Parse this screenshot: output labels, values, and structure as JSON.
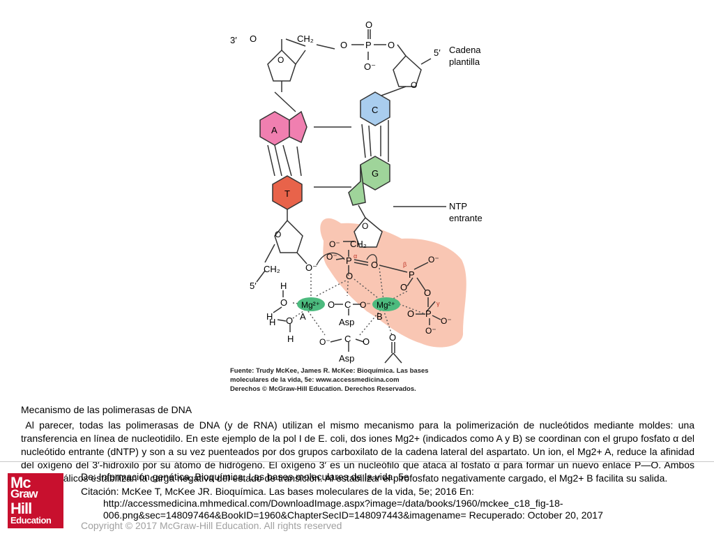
{
  "diagram": {
    "labels": {
      "three_prime_top": "3′",
      "five_prime_top": "5′",
      "template_chain_line1": "Cadena",
      "template_chain_line2": "plantilla",
      "ntp_line1": "NTP",
      "ntp_line2": "entrante",
      "five_prime_bottom": "5′",
      "ch2": "CH₂",
      "oxygen": "O",
      "o_minus": "O⁻",
      "phosphorus": "P",
      "hydrogen": "H",
      "carbon": "C",
      "asp": "Asp",
      "metal_a": "A",
      "metal_b": "B",
      "mg": "Mg²⁺",
      "alpha": "α",
      "beta": "β",
      "gamma": "γ"
    },
    "bases": {
      "a": "A",
      "t": "T",
      "c": "C",
      "g": "G"
    },
    "source_box": {
      "line1": "Fuente: Trudy McKee, James R. McKee: Bioquímica. Las bases",
      "line2": "moleculares de la vida, 5e: www.accessmedicina.com",
      "line3": "Derechos © McGraw-Hill Education. Derechos Reservados."
    },
    "colors": {
      "adenine": "#f07fb0",
      "thymine": "#e8634a",
      "cytosine": "#a9cdee",
      "guanine": "#9fd49a",
      "highlight": "#f9c6b3",
      "magnesium": "#4cba7e"
    }
  },
  "caption": {
    "title": "Mecanismo de las polimerasas de DNA",
    "body": "Al parecer, todas las polimerasas de DNA (y de RNA) utilizan el mismo mecanismo para la polimerización de nucleótidos mediante moldes: una transferencia en línea de nucleotidilo. En este ejemplo de la pol I de E. coli, dos iones Mg2+ (indicados como A y B) se coordinan con el grupo fosfato α del nucleótido entrante (dNTP) y son a su vez puenteados por dos grupos carboxilato de la cadena lateral del aspartato. Un ion, el Mg2+ A, reduce la afinidad del oxígeno del 3′-hidroxilo por su átomo de hidrógeno. El oxígeno 3′ es un nucleófilo que ataca al fosfato α para formar un nuevo enlace P—O. Ambos iones metálicos estabilizan la carga negativa del estado de transición. Al estabilizar el pirofosfato negativamente cargado, el Mg2+ B facilita su salida."
  },
  "footer": {
    "logo": {
      "line1": "Mc",
      "line2": "Graw",
      "line3": "Hill",
      "line4": "Education"
    },
    "source": "De: Información genética, Bioquímica. Las bases moleculares de la vida, 5e",
    "citation_line1": "Citación: McKee T, McKee JR. Bioquímica. Las bases moleculares de la vida, 5e; 2016 En:",
    "citation_line2": "http://accessmedicina.mhmedical.com/DownloadImage.aspx?image=/data/books/1960/mckee_c18_fig-18-",
    "citation_line3": "006.png&sec=148097464&BookID=1960&ChapterSecID=148097443&imagename= Recuperado: October 20, 2017",
    "copyright": "Copyright © 2017 McGraw-Hill Education. All rights reserved"
  }
}
